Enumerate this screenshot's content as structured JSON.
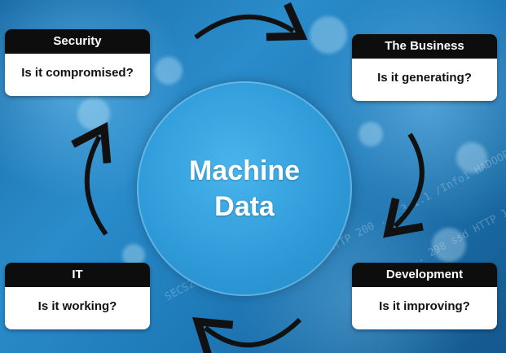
{
  "center": {
    "line1": "Machine",
    "line2": "Data"
  },
  "cards": {
    "security": {
      "title": "Security",
      "question": "Is it compromised?"
    },
    "business": {
      "title": "The Business",
      "question": "Is it generating?"
    },
    "it": {
      "title": "IT",
      "question": "Is it working?"
    },
    "development": {
      "title": "Development",
      "question": "Is it improving?"
    }
  }
}
